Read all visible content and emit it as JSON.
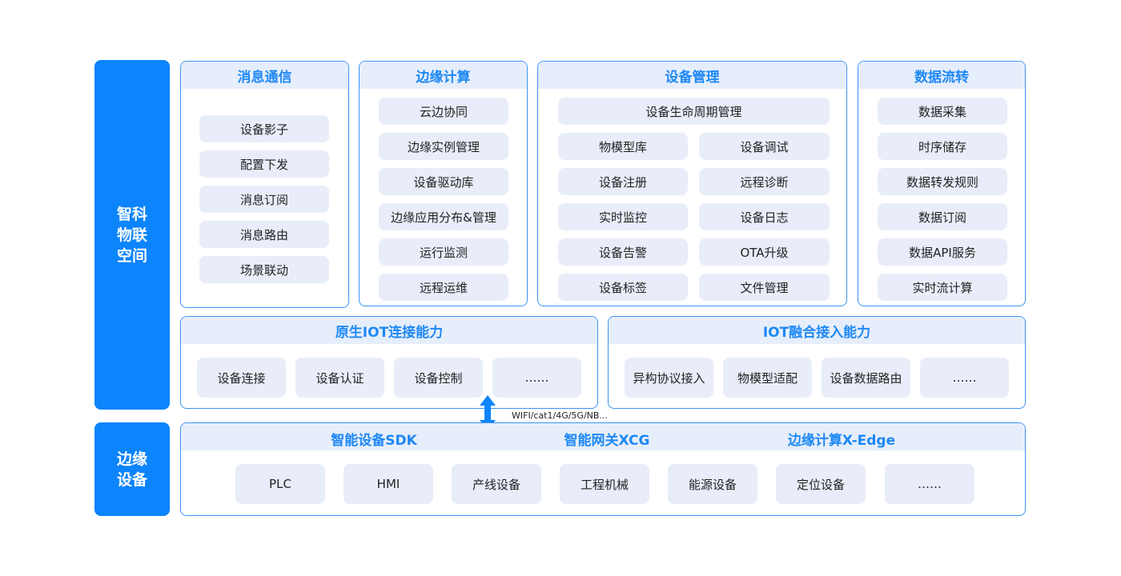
{
  "side_labels": {
    "platform": [
      "智科",
      "物联",
      "空间"
    ],
    "edge": [
      "边缘",
      "设备"
    ]
  },
  "messaging": {
    "title": "消息通信",
    "items": [
      "设备影子",
      "配置下发",
      "消息订阅",
      "消息路由",
      "场景联动"
    ]
  },
  "edge_computing": {
    "title": "边缘计算",
    "items": [
      "云边协同",
      "边缘实例管理",
      "设备驱动库",
      "边缘应用分布&管理",
      "运行监测",
      "远程运维"
    ]
  },
  "device_mgmt": {
    "title": "设备管理",
    "top_item": "设备生命周期管理",
    "left_items": [
      "物模型库",
      "设备注册",
      "实时监控",
      "设备告警",
      "设备标签"
    ],
    "right_items": [
      "设备调试",
      "远程诊断",
      "设备日志",
      "OTA升级",
      "文件管理"
    ]
  },
  "data_flow": {
    "title": "数据流转",
    "items": [
      "数据采集",
      "时序储存",
      "数据转发规则",
      "数据订阅",
      "数据API服务",
      "实时流计算"
    ]
  },
  "native_iot": {
    "title": "原生IOT连接能力",
    "items": [
      "设备连接",
      "设备认证",
      "设备控制",
      "……"
    ]
  },
  "iot_fusion": {
    "title": "IOT融合接入能力",
    "items": [
      "异构协议接入",
      "物模型适配",
      "设备数据路由",
      "……"
    ]
  },
  "link": {
    "protocols": "WIFI/cat1/4G/5G/NB..."
  },
  "edge_devices": {
    "headers": [
      "智能设备SDK",
      "智能网关XCG",
      "边缘计算X-Edge"
    ],
    "items": [
      "PLC",
      "HMI",
      "产线设备",
      "工程机械",
      "能源设备",
      "定位设备",
      "……"
    ]
  },
  "colors": {
    "accent": "#0c84fb",
    "header_bg": "#e6eefb",
    "pill_bg": "#e8edf9",
    "border": "#3d94f6",
    "header_text": "#1e88f5"
  }
}
